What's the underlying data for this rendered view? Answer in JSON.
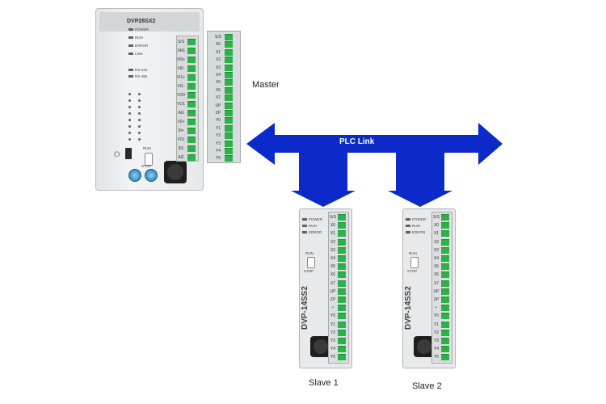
{
  "master": {
    "model": "DVP28SX2",
    "leds": [
      "POWER",
      "RUN",
      "ERROR",
      "LINK"
    ],
    "port_labels": [
      "RS-232",
      "RS-485"
    ],
    "switch_labels": [
      "RUN",
      "STOP"
    ],
    "left_terminals": [
      "S/S",
      "24G",
      "VI0+",
      "VI0-",
      "VI1+",
      "VI1-",
      "VO0",
      "VO1",
      "AG",
      "V0+",
      "I0+",
      "V01",
      "I01",
      "AG"
    ],
    "right_terminals": [
      "S/S",
      "X0",
      "X1",
      "X2",
      "X3",
      "X4",
      "X5",
      "X6",
      "X7",
      "UP",
      "ZP",
      "Y0",
      "Y1",
      "Y2",
      "Y3",
      "Y4",
      "Y5"
    ]
  },
  "slave_unit": {
    "model": "DVP-14SS2",
    "leds": [
      "POWER",
      "RUN",
      "ERROR"
    ],
    "switch_labels": [
      "RUN",
      "STOP"
    ],
    "terminals": [
      "S/S",
      "X0",
      "X1",
      "X2",
      "X3",
      "X4",
      "X5",
      "X6",
      "X7",
      "UP",
      "ZP",
      "•",
      "Y0",
      "Y1",
      "Y2",
      "Y3",
      "Y4",
      "Y5"
    ]
  },
  "labels": {
    "master": "Master",
    "link": "PLC Link",
    "slave1": "Slave 1",
    "slave2": "Slave 2"
  },
  "colors": {
    "link_arrow": "#0b2ac9",
    "terminal_green": "#2bb34a"
  }
}
